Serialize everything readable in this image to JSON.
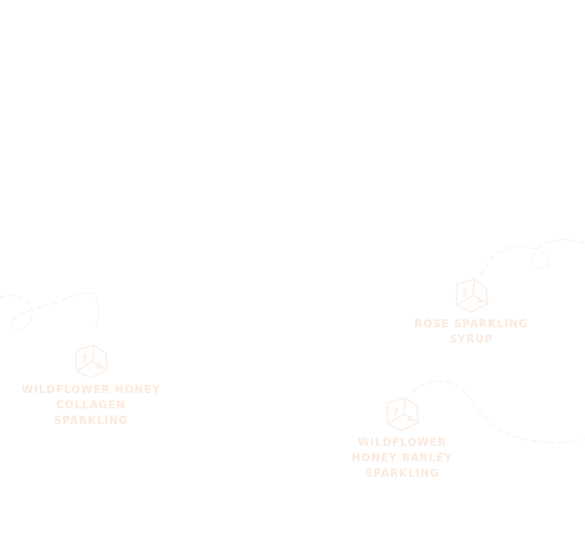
{
  "colors": {
    "background": "#ffffff",
    "label": "#fbe9dc",
    "line": "#f3f3f3",
    "icon": "#fbeee4"
  },
  "products": [
    {
      "name": "Wildflower Honey Collagen Sparkling",
      "icon": "mystery-box-icon"
    },
    {
      "name": "Rose Sparkling Syrup",
      "icon": "mystery-box-icon"
    },
    {
      "name": "Wildflower Honey Barley Sparkling",
      "icon": "mystery-box-icon"
    }
  ]
}
